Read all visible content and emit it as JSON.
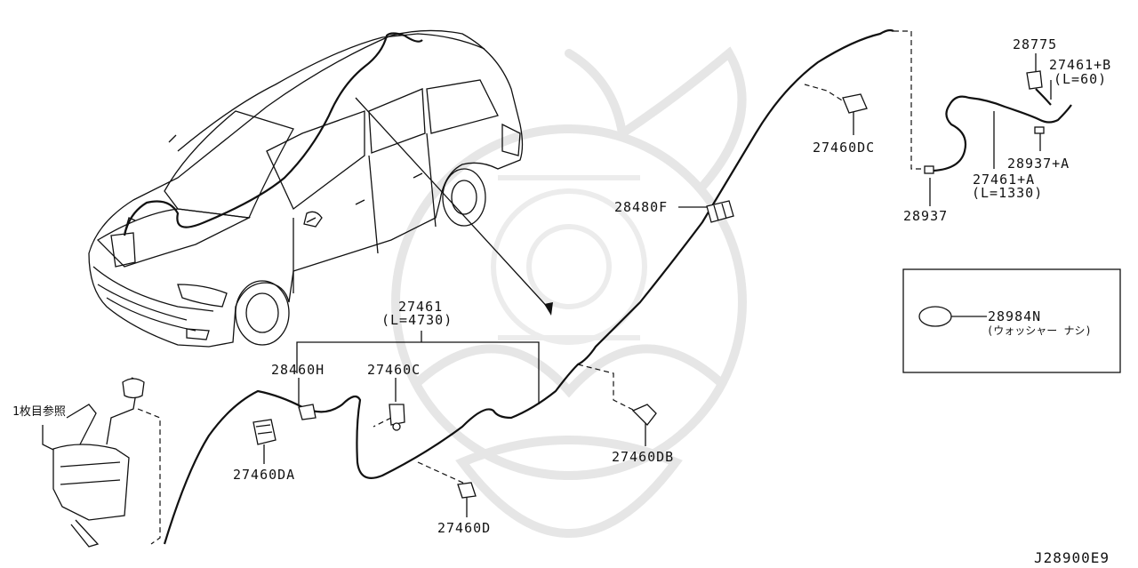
{
  "parts": [
    {
      "id": "p28775",
      "label": "28775"
    },
    {
      "id": "p27461B",
      "label": "27461+B"
    },
    {
      "id": "p27461B_len",
      "label": "(L=60)"
    },
    {
      "id": "p27460DC",
      "label": "27460DC"
    },
    {
      "id": "p28937A",
      "label": "28937+A"
    },
    {
      "id": "p27461A",
      "label": "27461+A"
    },
    {
      "id": "p27461A_len",
      "label": "(L=1330)"
    },
    {
      "id": "p28480F",
      "label": "28480F"
    },
    {
      "id": "p28937",
      "label": "28937"
    },
    {
      "id": "p27461",
      "label": "27461"
    },
    {
      "id": "p27461_len",
      "label": "(L=4730)"
    },
    {
      "id": "p28460H",
      "label": "28460H"
    },
    {
      "id": "p27460C",
      "label": "27460C"
    },
    {
      "id": "p27460DA",
      "label": "27460DA"
    },
    {
      "id": "p27460DB",
      "label": "27460DB"
    },
    {
      "id": "p27460D",
      "label": "27460D"
    },
    {
      "id": "ref_sheet",
      "label": "1枚目参照"
    }
  ],
  "legend_box": {
    "part": "28984N",
    "note": "(ウォッシャー ナシ)"
  },
  "diagram_code": "J28900E9"
}
